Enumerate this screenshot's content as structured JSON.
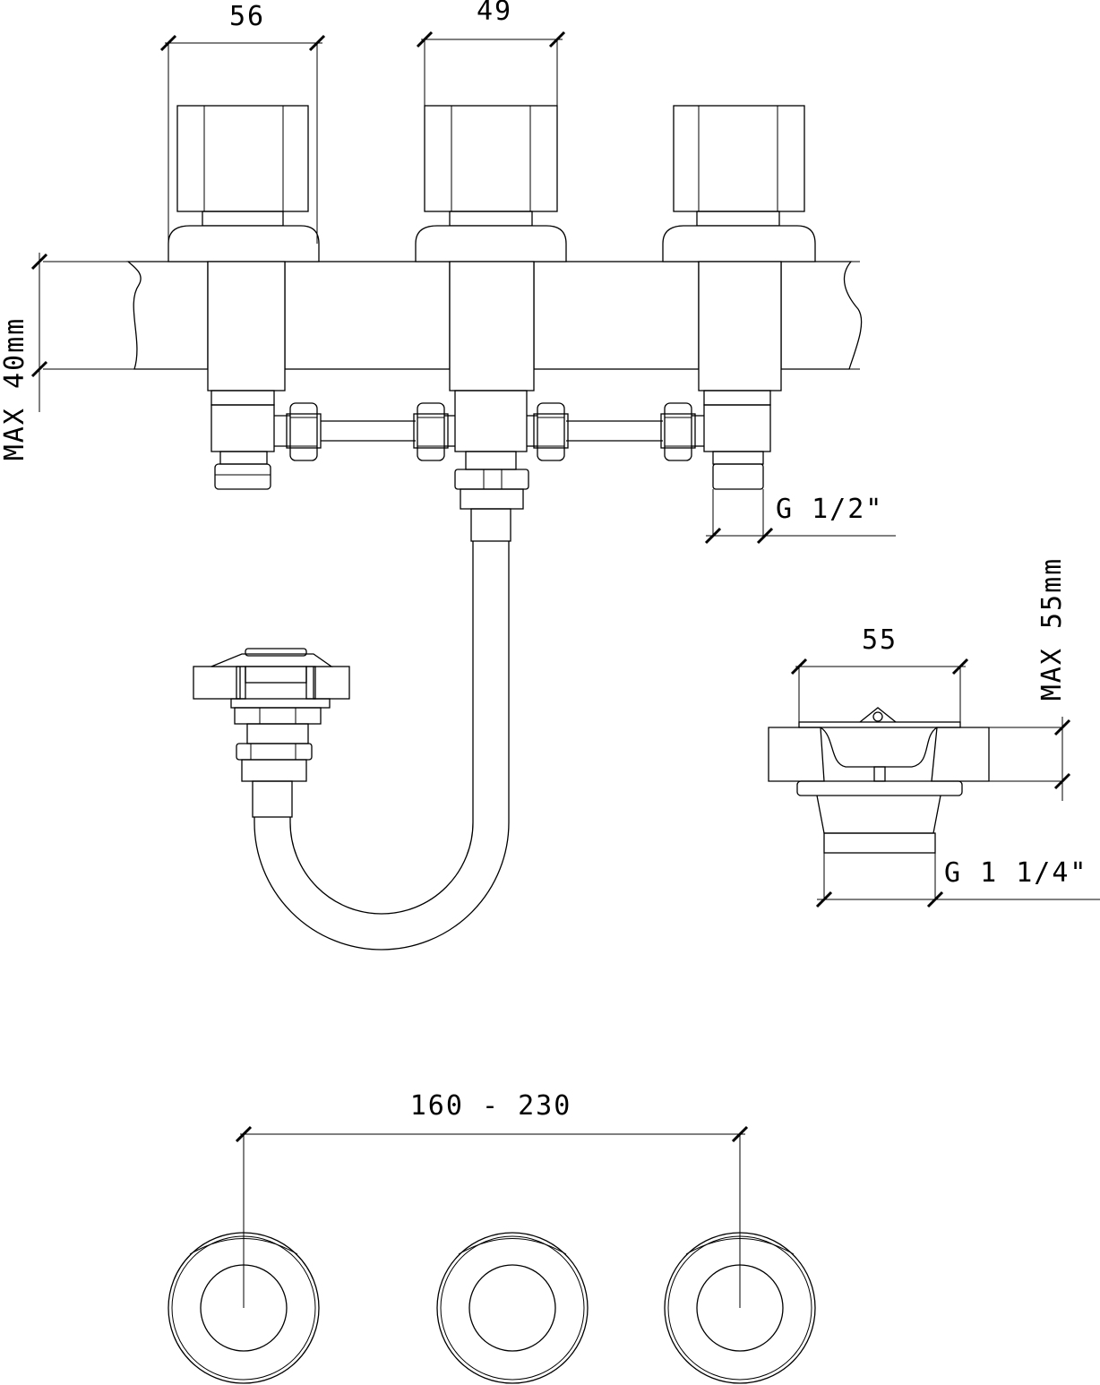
{
  "dimensions": {
    "handle_width": "56",
    "spout_width": "49",
    "max_deck": "MAX 40mm",
    "inlet_thread": "G 1/2\"",
    "waste_width": "55",
    "max_waste": "MAX 55mm",
    "waste_thread": "G 1 1/4\"",
    "center_distance": "160 - 230"
  }
}
